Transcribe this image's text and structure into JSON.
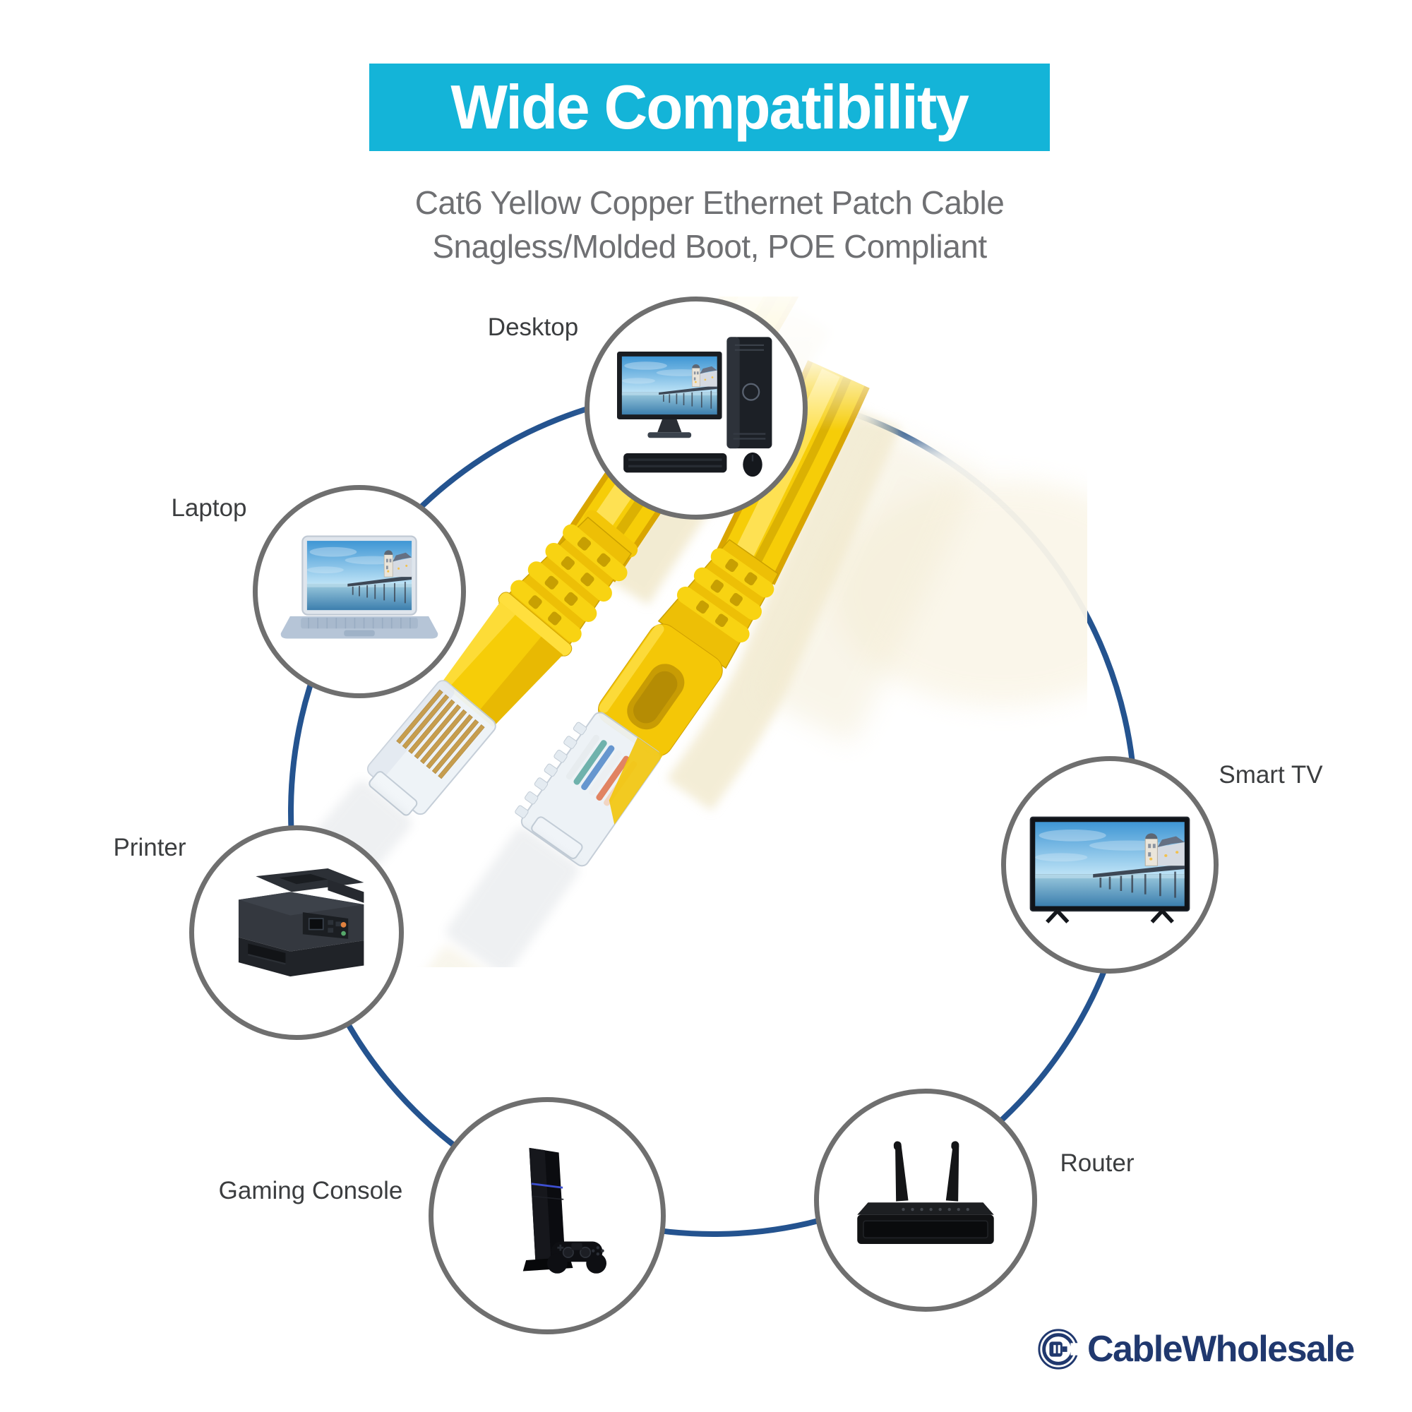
{
  "banner": {
    "title": "Wide Compatibility"
  },
  "subtitle": {
    "line1": "Cat6 Yellow Copper Ethernet Patch Cable",
    "line2": "Snagless/Molded Boot, POE Compliant"
  },
  "devices": [
    {
      "id": "desktop",
      "label": "Desktop"
    },
    {
      "id": "laptop",
      "label": "Laptop"
    },
    {
      "id": "printer",
      "label": "Printer"
    },
    {
      "id": "gaming-console",
      "label": "Gaming Console"
    },
    {
      "id": "router",
      "label": "Router"
    },
    {
      "id": "smart-tv",
      "label": "Smart TV"
    }
  ],
  "logo": {
    "text": "CableWholesale"
  },
  "colors": {
    "banner_bg": "#14b4d8",
    "ring_navy": "#24538f",
    "cable_yellow": "#f6cd08",
    "logo_navy": "#20386e",
    "circle_border": "#6f6f6f",
    "subtitle_gray": "#6f7073"
  }
}
